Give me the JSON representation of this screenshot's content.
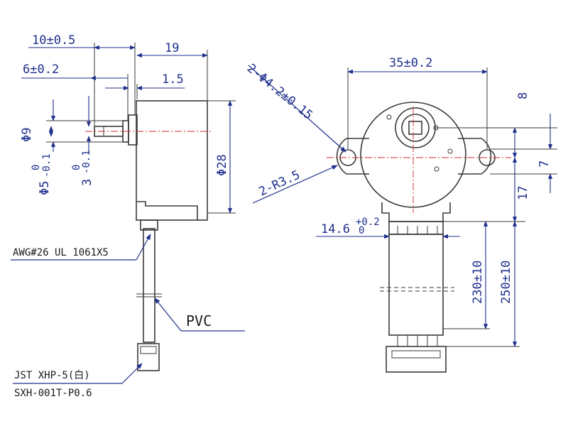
{
  "dimensions": {
    "shaft_length": "10±0.5",
    "flat_length": "6±0.2",
    "body_depth": "19",
    "flange_thickness": "1.5",
    "boss_diameter": "Φ9",
    "shaft_diameter_base": "Φ5",
    "shaft_diameter_tol_upper": "0",
    "shaft_diameter_tol_lower": "-0.1",
    "flat_width_base": "3",
    "flat_width_tol_upper": "0",
    "flat_width_tol_lower": "-0.1",
    "body_diameter": "Φ28",
    "mount_hole_spacing": "35±0.2",
    "mount_holes": "2-Φ4.2±0.15",
    "mount_radius": "2-R3.5",
    "shaft_offset": "8",
    "ear_width": "7",
    "center_to_bottom": "17",
    "cable_exit_width_base": "14.6",
    "cable_exit_width_tol_upper": "+0.2",
    "cable_exit_width_tol_lower": "0",
    "cable_length_inner": "230±10",
    "cable_length_outer": "250±10"
  },
  "labels": {
    "wire_spec": "AWG#26 UL 1061X5",
    "insulation": "PVC",
    "connector_housing": "JST XHP-5(白)",
    "connector_terminal": "SXH-001T-P0.6"
  },
  "colors": {
    "outline": "#3a3a3a",
    "dimension": "#1e2f8c",
    "centerline": "#d22a2a"
  }
}
